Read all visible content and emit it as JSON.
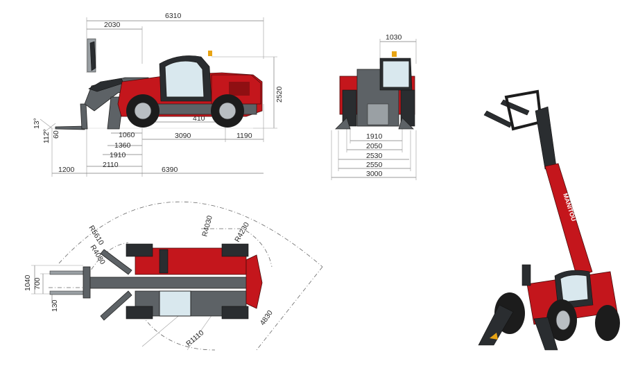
{
  "side_view": {
    "dims": {
      "overall_length": "6310",
      "front_overhang": "2030",
      "cab_height": "2520",
      "fork_angle": "13°",
      "tilt_angle": "112°",
      "fork_height": "60",
      "ground_clearance": "410",
      "d1060": "1060",
      "d1360": "1360",
      "d1910": "1910",
      "d2110": "2110",
      "wheelbase": "3090",
      "rear_overhang": "1190",
      "fork_length": "1200",
      "length_to_carriage": "6390"
    }
  },
  "front_view": {
    "dims": {
      "top_width": "1030",
      "d1910": "1910",
      "d2050": "2050",
      "d2530": "2530",
      "d2550": "2550",
      "d3000": "3000"
    }
  },
  "top_view": {
    "dims": {
      "r5610": "R5610",
      "r4080": "R4080",
      "r4030": "R4030",
      "r4230": "R4230",
      "r1110": "R1110",
      "d4830": "4830",
      "d1040": "1040",
      "d700": "700",
      "d130": "130"
    }
  },
  "photo": {
    "brand_text": "MANITOU"
  },
  "colors": {
    "machine_red": "#c4161c",
    "chassis_grey": "#5d6266",
    "line_grey": "#7a7a7a"
  }
}
